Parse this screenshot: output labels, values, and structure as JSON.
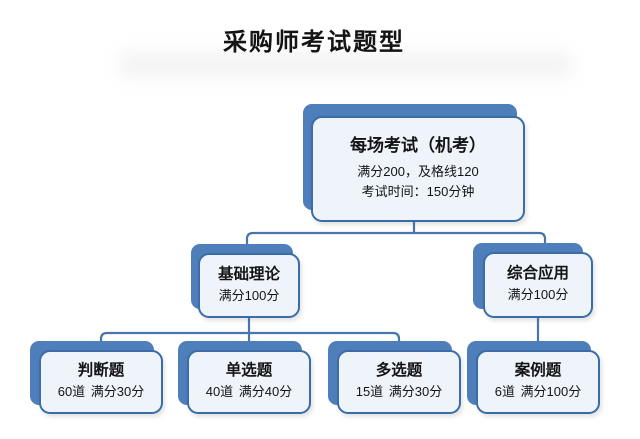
{
  "title": "采购师考试题型",
  "colors": {
    "back_shape": "#4e7fba",
    "front_border": "#3a6ca8",
    "front_fill": "#eff4fb",
    "connector": "#4876ac",
    "text": "#141414"
  },
  "nodes": {
    "exam": {
      "heading": "每场考试（机考）",
      "lines": [
        "满分200，及格线120",
        "考试时间：150分钟"
      ]
    },
    "basic_theory": {
      "heading": "基础理论",
      "lines": [
        "满分100分"
      ]
    },
    "comprehensive": {
      "heading": "综合应用",
      "lines": [
        "满分100分"
      ]
    },
    "judgment": {
      "heading": "判断题",
      "lines": [
        "60道 满分30分"
      ]
    },
    "single_choice": {
      "heading": "单选题",
      "lines": [
        "40道 满分40分"
      ]
    },
    "multiple_choice": {
      "heading": "多选题",
      "lines": [
        "15道 满分30分"
      ]
    },
    "case_study": {
      "heading": "案例题",
      "lines": [
        "6道 满分100分"
      ]
    }
  }
}
